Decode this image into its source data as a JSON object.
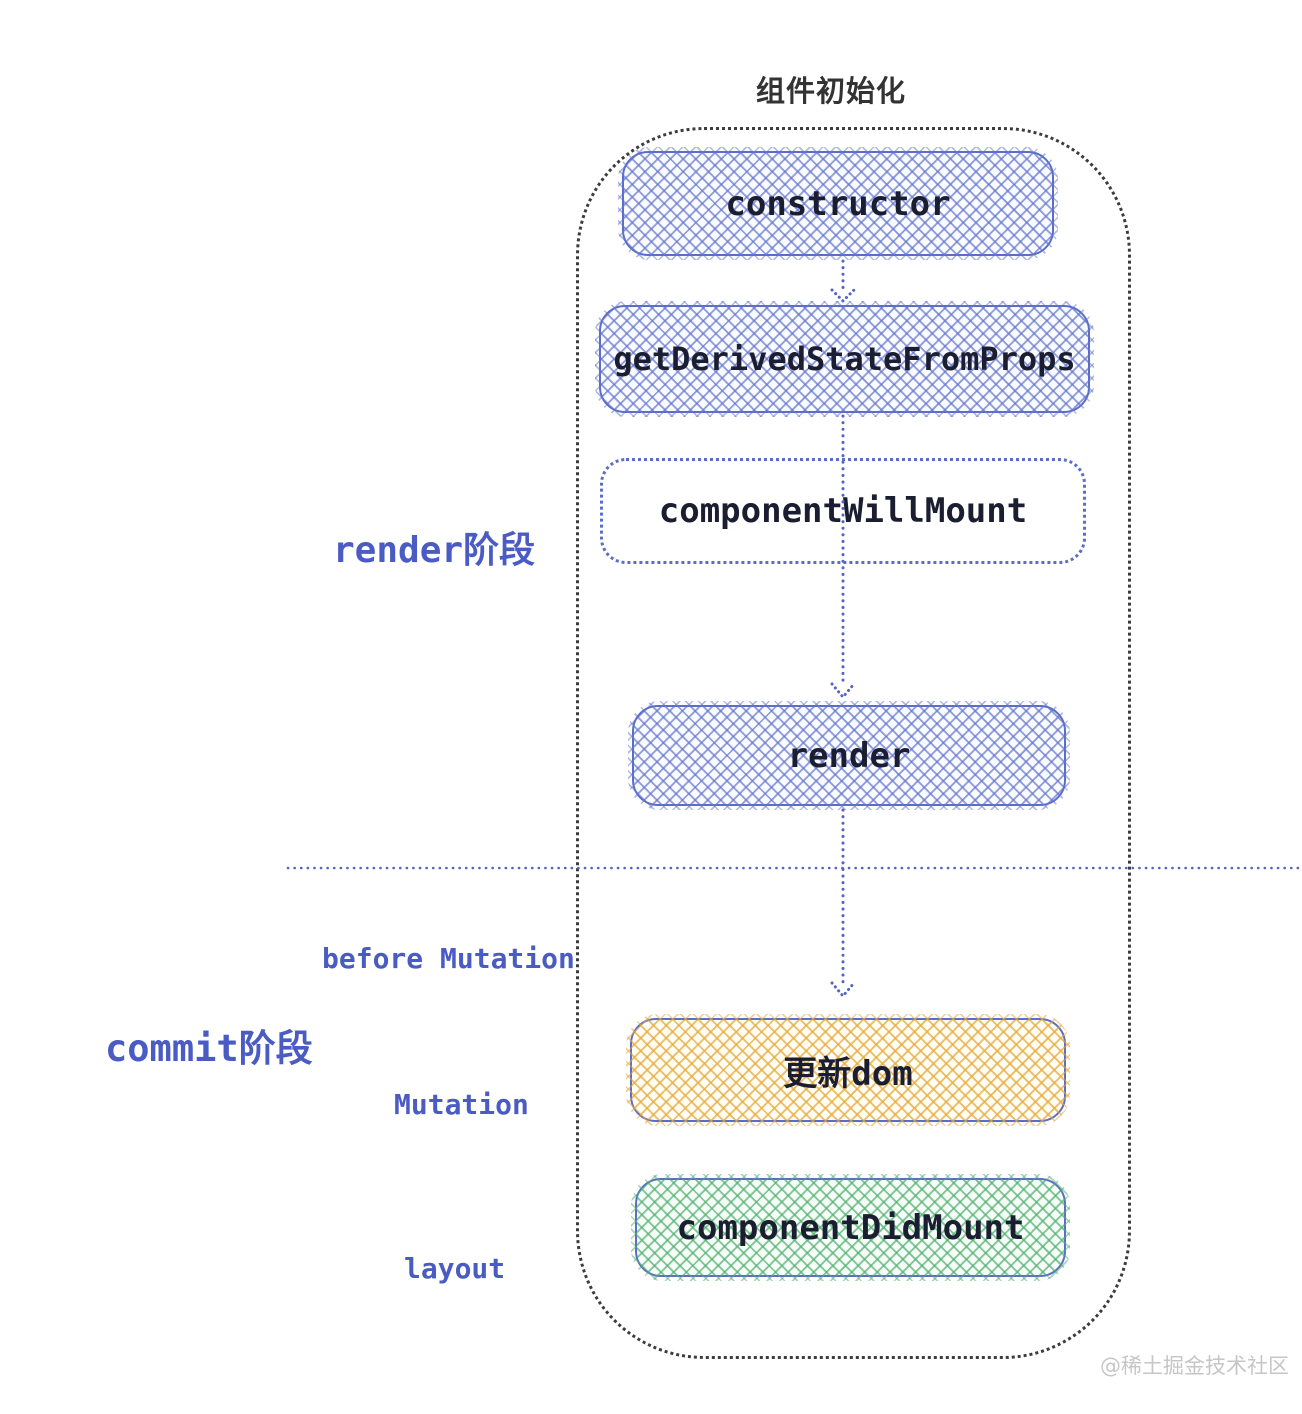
{
  "title": "组件初始化",
  "phases": {
    "render_label": "render阶段",
    "before_mutation_label": "before Mutation",
    "commit_label": "commit阶段",
    "mutation_label": "Mutation",
    "layout_label": "layout"
  },
  "nodes": [
    {
      "id": "constructor",
      "label": "constructor",
      "style": "blue-crosshatch"
    },
    {
      "id": "getDerivedStateFromProps",
      "label": "getDerivedStateFromProps",
      "style": "blue-crosshatch"
    },
    {
      "id": "componentWillMount",
      "label": "componentWillMount",
      "style": "dotted-outline"
    },
    {
      "id": "render",
      "label": "render",
      "style": "blue-crosshatch"
    },
    {
      "id": "update-dom",
      "label": "更新dom",
      "style": "orange-crosshatch"
    },
    {
      "id": "componentDidMount",
      "label": "componentDidMount",
      "style": "green-crosshatch"
    }
  ],
  "watermark": "@稀土掘金技术社区",
  "colors": {
    "node_border_blue": "#5b6dc7",
    "hatch_blue": "#6476cd",
    "hatch_orange": "#e6aa3c",
    "hatch_green": "#50af6e",
    "phase_label_blue": "#4a5cc4",
    "container_border": "#3c3c3c",
    "node_text": "#1b1e30",
    "title_text": "#333333",
    "connector_blue": "#5363c6",
    "watermark_gray": "#c6c6c6"
  }
}
